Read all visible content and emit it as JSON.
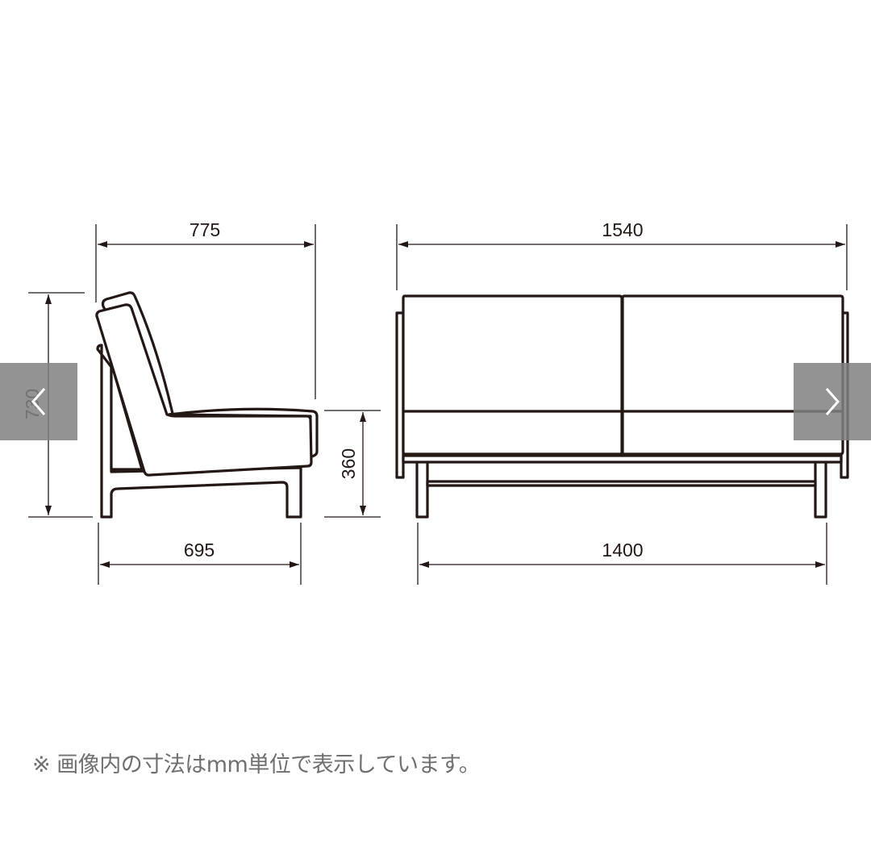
{
  "diagram": {
    "side_view": {
      "overall_depth": "775",
      "height": "730",
      "seat_height": "360",
      "leg_depth": "695"
    },
    "front_view": {
      "overall_width": "1540",
      "leg_width": "1400"
    }
  },
  "note": "※ 画像内の寸法はmm単位で表示しています。",
  "navigation": {
    "prev_icon": "chevron-left-icon",
    "next_icon": "chevron-right-icon"
  },
  "colors": {
    "line": "#231815",
    "nav_bg": "#808080",
    "note_text": "#6f6f6f"
  }
}
